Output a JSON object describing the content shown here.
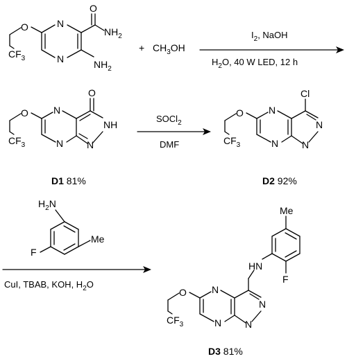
{
  "reaction1": {
    "reactant_atoms": {
      "N_ring_top": "N",
      "N_ring_bottom": "N",
      "O_ether": "O",
      "CF": "CF",
      "CF_sub": "3",
      "amide_O": "O",
      "amide_NH": "NH",
      "amide_sub": "2",
      "amino_NH": "NH",
      "amino_sub": "2"
    },
    "plus": "+",
    "methanol": "CH",
    "methanol_sub": "3",
    "methanol_tail": "OH",
    "conditions_top": "I",
    "conditions_top_sub": "2",
    "conditions_top_tail": ", NaOH",
    "conditions_bottom_h": "H",
    "conditions_bottom_sub": "2",
    "conditions_bottom_tail": "O, 40 W LED, 12 h"
  },
  "D1": {
    "atoms": {
      "N_top": "N",
      "N_bottom": "N",
      "N_pyr": "N",
      "NH": "NH",
      "O_ketone": "O",
      "O_ether": "O",
      "CF": "CF",
      "CF_sub": "3"
    },
    "label": "D1",
    "yield": " 81%"
  },
  "reaction2": {
    "reagent_top": "SOCl",
    "reagent_top_sub": "2",
    "reagent_bottom": "DMF"
  },
  "D2": {
    "atoms": {
      "N_top": "N",
      "N_bottom": "N",
      "N_pyr_right": "N",
      "N_pyr_bottom": "N",
      "Cl": "Cl",
      "O_ether": "O",
      "CF": "CF",
      "CF_sub": "3"
    },
    "label": "D2",
    "yield": " 92%"
  },
  "reaction3": {
    "amine_atoms": {
      "H2N_H": "H",
      "H2N_sub": "2",
      "H2N_N": "N",
      "F": "F",
      "Me": "Me"
    },
    "conditions": "CuI, TBAB, KOH, H",
    "conditions_sub": "2",
    "conditions_tail": "O"
  },
  "D3": {
    "atoms": {
      "Me": "Me",
      "HN": "HN",
      "F": "F",
      "N_top": "N",
      "N_bottom": "N",
      "N_pyr_right": "N",
      "N_pyr_bottom": "N",
      "O_ether": "O",
      "CF": "CF",
      "CF_sub": "3"
    },
    "label": "D3",
    "yield": " 81%"
  }
}
